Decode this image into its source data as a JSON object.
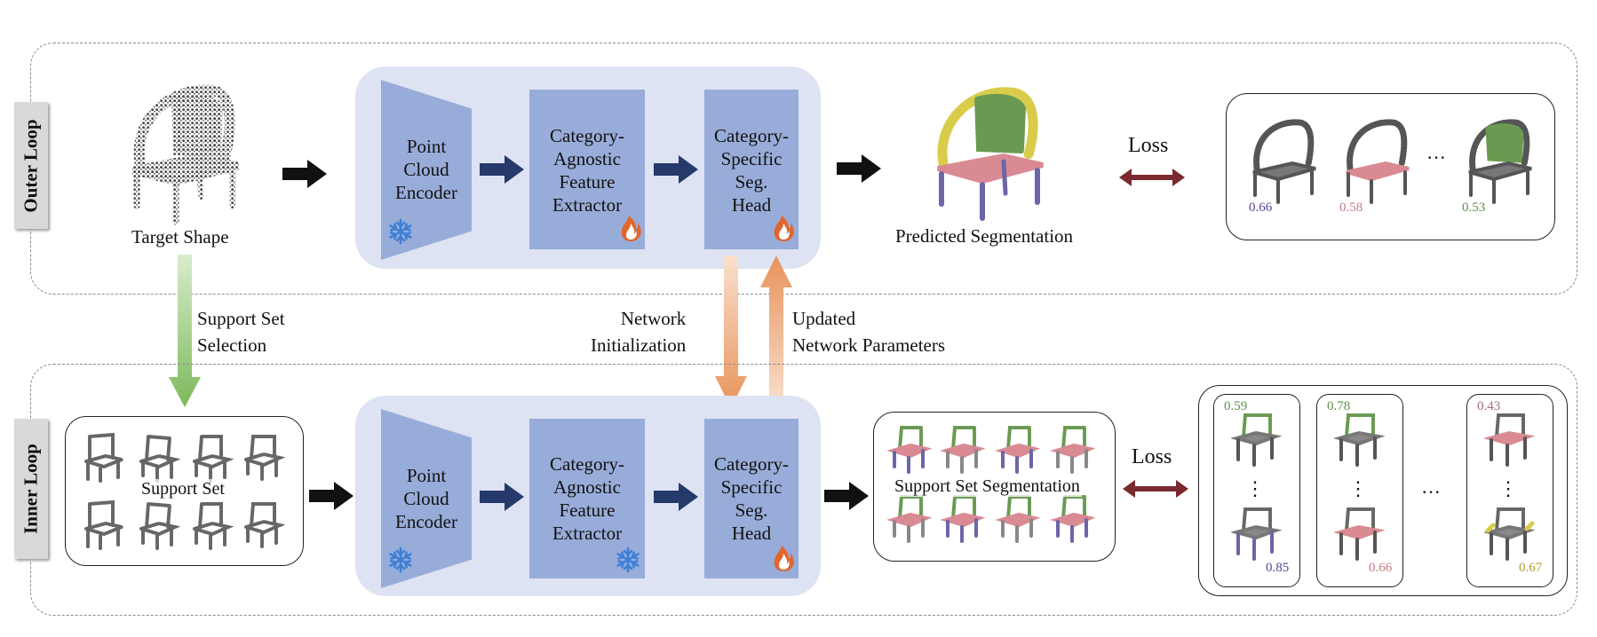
{
  "outer_loop": {
    "tag": "Outer Loop",
    "target_label": "Target Shape",
    "encoder_label": [
      "Point",
      "Cloud",
      "Encoder"
    ],
    "feature_label": [
      "Category-",
      "Agnostic",
      "Feature",
      "Extractor"
    ],
    "head_label": [
      "Category-",
      "Specific",
      "Seg.",
      "Head"
    ],
    "prediction_label": "Predicted Segmentation",
    "loss_label": "Loss",
    "scores": [
      "0.66",
      "0.58",
      "0.53"
    ],
    "ellipsis": "···"
  },
  "links": {
    "support_selection": [
      "Support Set",
      "Selection"
    ],
    "network_init": [
      "Network",
      "Initialization"
    ],
    "updated_params": [
      "Updated",
      "Network Parameters"
    ]
  },
  "inner_loop": {
    "tag": "Inner Loop",
    "support_label": "Support Set",
    "encoder_label": [
      "Point",
      "Cloud",
      "Encoder"
    ],
    "feature_label": [
      "Category-",
      "Agnostic",
      "Feature",
      "Extractor"
    ],
    "head_label": [
      "Category-",
      "Specific",
      "Seg.",
      "Head"
    ],
    "segmentation_label": "Support Set Segmentation",
    "loss_label": "Loss",
    "columns": [
      {
        "top_score": "0.59",
        "bottom_score": "0.85"
      },
      {
        "top_score": "0.78",
        "bottom_score": "0.66"
      },
      {
        "top_score": "0.43",
        "bottom_score": "0.67"
      }
    ],
    "vdots": "⋮",
    "ellipsis": "···"
  },
  "icons": {
    "frozen": "snowflake-icon",
    "trainable": "flame-icon"
  },
  "colors": {
    "panel_bg": "#dde3f2",
    "block": "#98acd9",
    "arrow_navy": "#253a6b",
    "loss_arrow": "#7a2a2e",
    "green_arrow": "#7cb95a",
    "orange_arrow": "#e8935a",
    "snowflake": "#3d7fd6",
    "flame": "#e0662e",
    "seat_red": "#d98a93",
    "back_green": "#6a9a52",
    "arm_yellow": "#d8cc4a",
    "leg_purple": "#6b66a8"
  }
}
